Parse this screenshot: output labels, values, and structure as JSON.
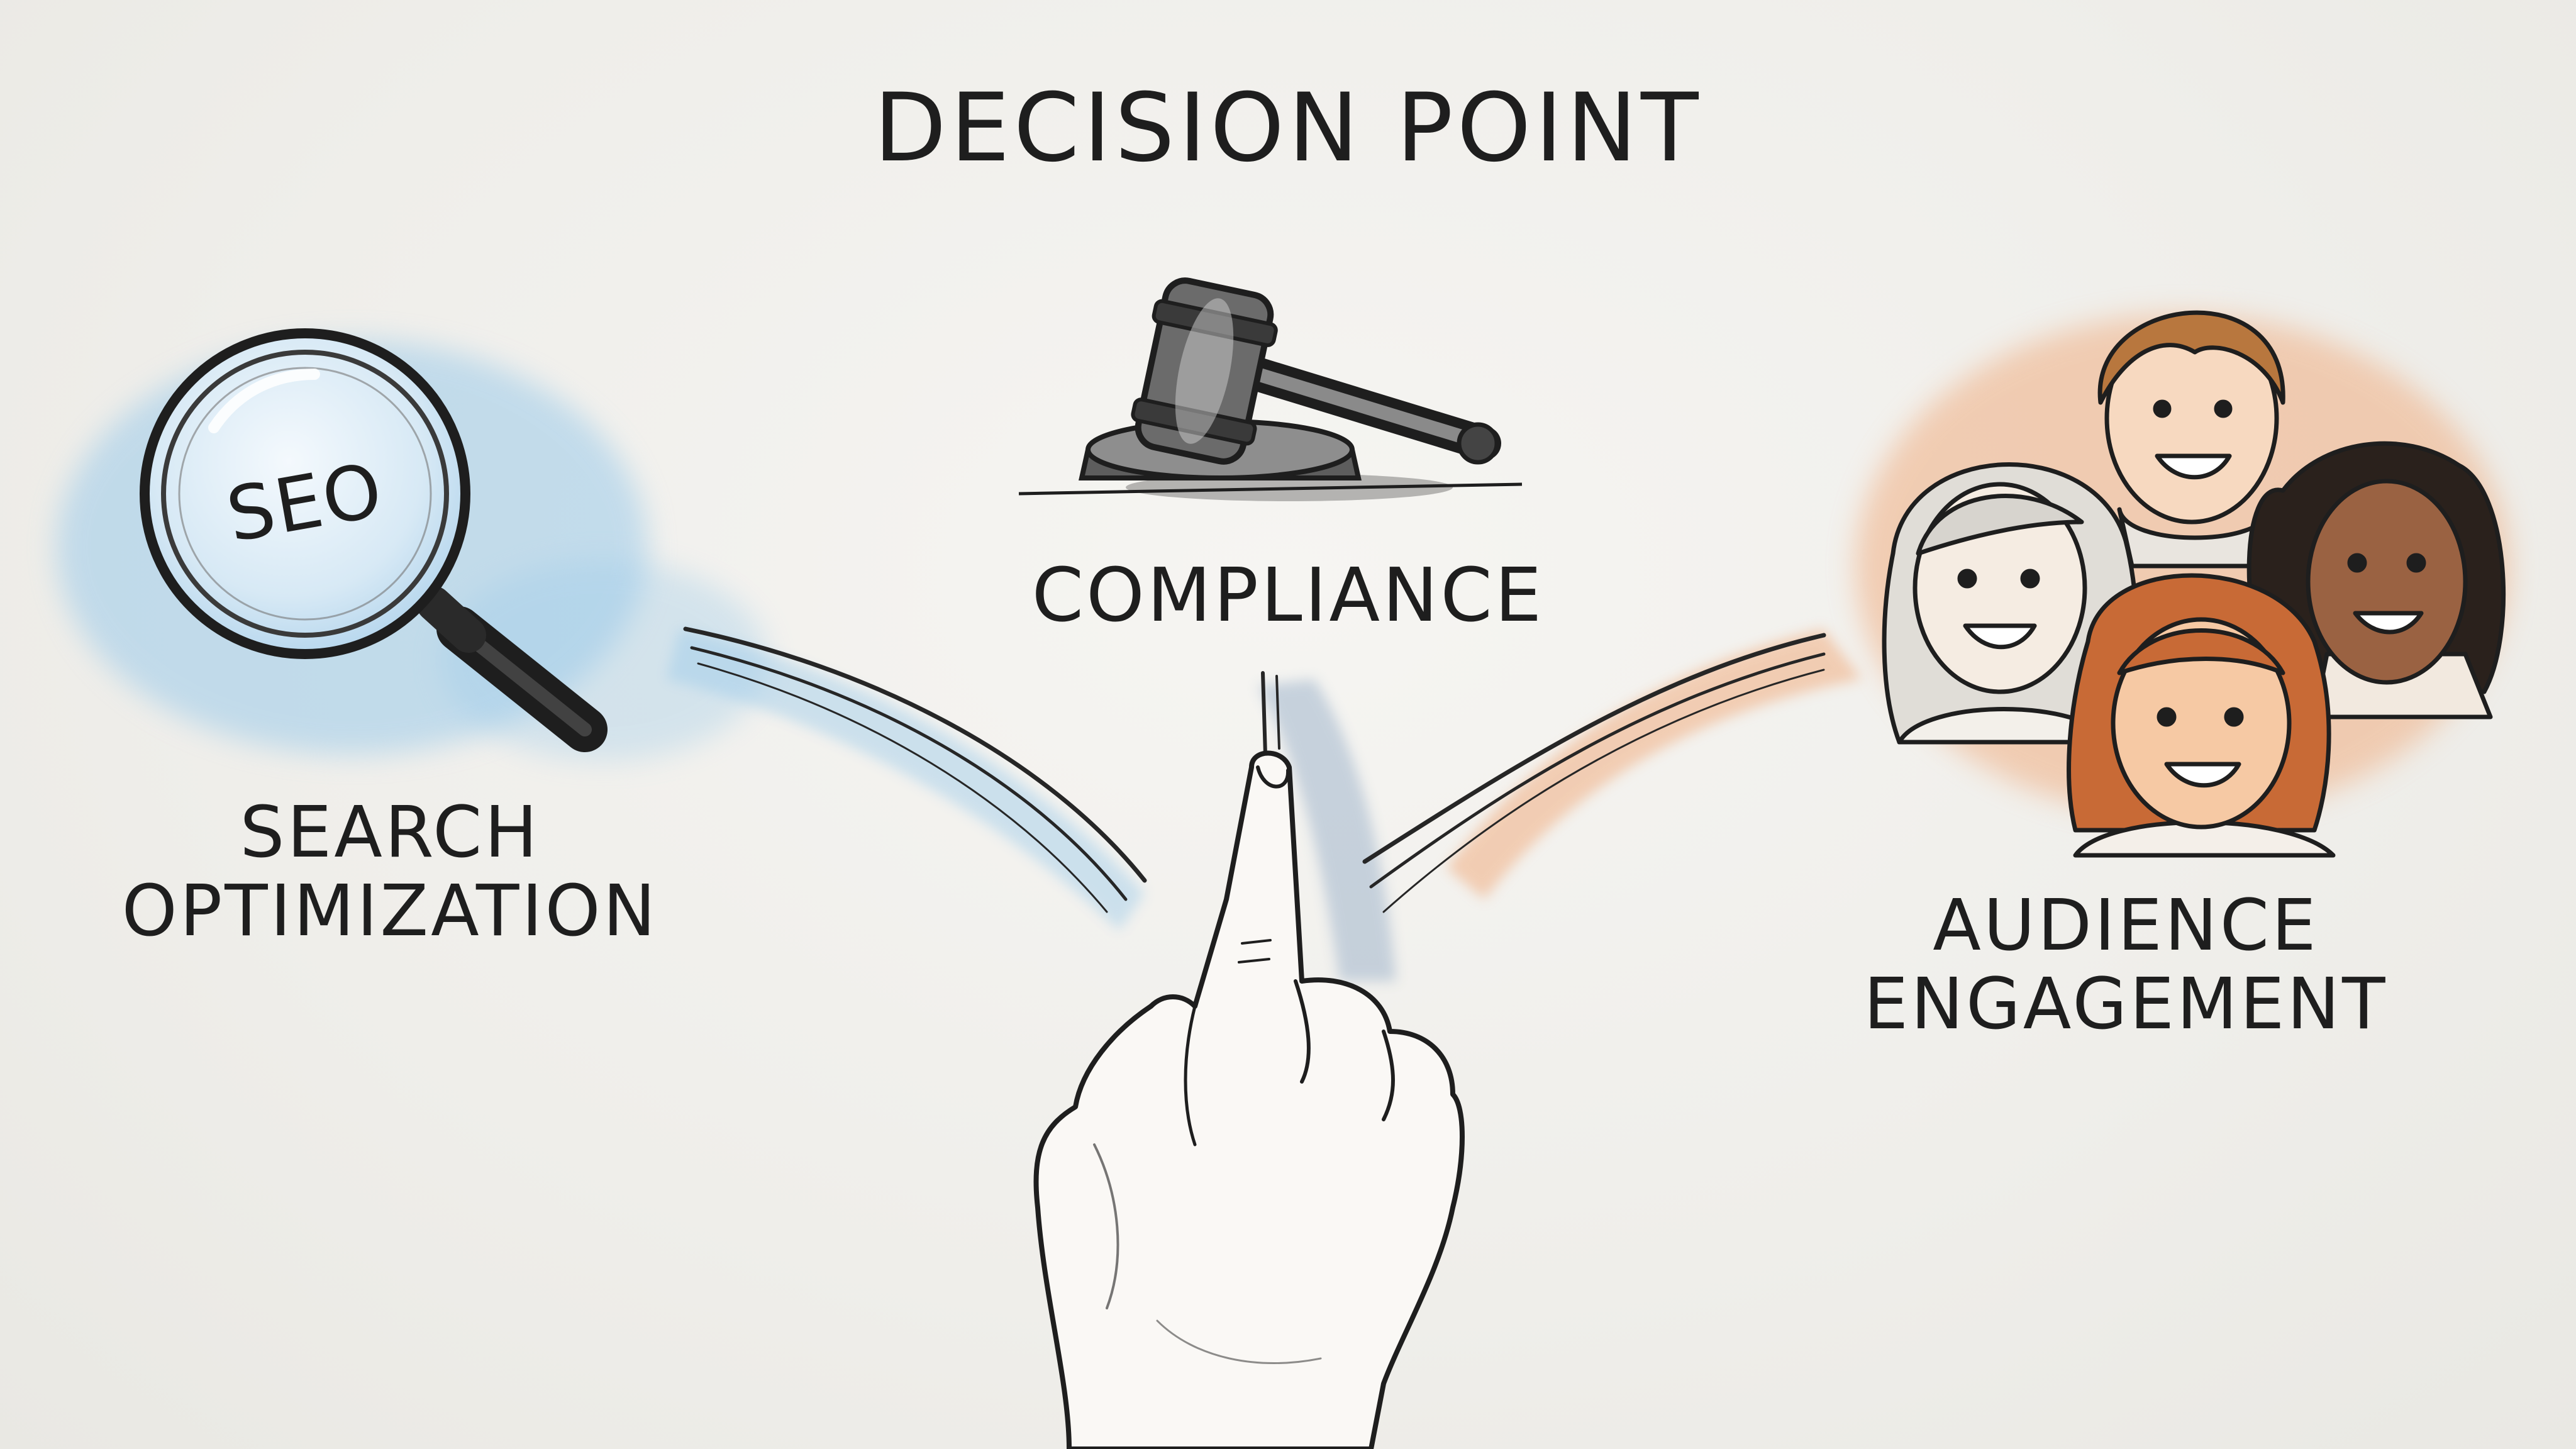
{
  "title": "DECISION POINT",
  "center_option": {
    "label": "COMPLIANCE",
    "icon": "gavel-icon"
  },
  "left_option": {
    "label_line1": "SEARCH",
    "label_line2": "OPTIMIZATION",
    "icon": "magnifying-glass-icon",
    "icon_text": "SEO",
    "accent_color": "#9ccbea"
  },
  "right_option": {
    "label_line1": "AUDIENCE",
    "label_line2": "ENGAGEMENT",
    "icon": "people-group-icon",
    "accent_color": "#f0a878"
  },
  "pointer": {
    "icon": "pointing-hand-icon"
  }
}
